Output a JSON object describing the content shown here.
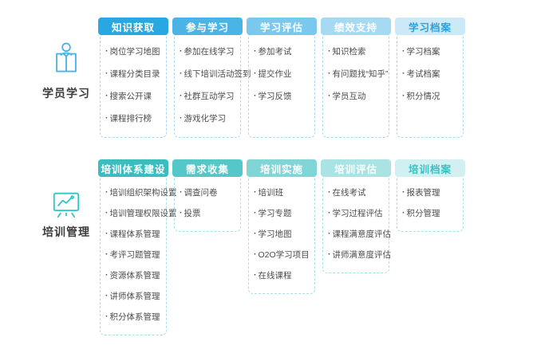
{
  "canvas": {
    "background": "#ffffff"
  },
  "groups": [
    {
      "label": "学员学习",
      "icon": "person-reading-book-icon",
      "accent": "#29a7e1",
      "dash_color": "#a9d8f2",
      "columns": [
        {
          "title": "知识获取",
          "header_bg": "#29a7e1",
          "header_text": "#ffffff",
          "items": [
            "岗位学习地图",
            "课程分类目录",
            "搜索公开课",
            "课程排行榜"
          ]
        },
        {
          "title": "参与学习",
          "header_bg": "#4bb4e7",
          "header_text": "#ffffff",
          "items": [
            "参加在线学习",
            "线下培训活动签到",
            "社群互动学习",
            "游戏化学习"
          ]
        },
        {
          "title": "学习评估",
          "header_bg": "#79c8ee",
          "header_text": "#ffffff",
          "items": [
            "参加考试",
            "提交作业",
            "学习反馈"
          ]
        },
        {
          "title": "绩效支持",
          "header_bg": "#a6daf3",
          "header_text": "#ffffff",
          "items": [
            "知识检索",
            "有问题找“知乎”",
            "学员互动"
          ]
        },
        {
          "title": "学习档案",
          "header_bg": "#cbe9f9",
          "header_text": "#2aa2de",
          "items": [
            "学习档案",
            "考试档案",
            "积分情况"
          ]
        }
      ]
    },
    {
      "label": "培训管理",
      "icon": "presentation-chart-icon",
      "accent": "#2cc6c9",
      "dash_color": "#a7e1e2",
      "columns": [
        {
          "title": "培训体系建设",
          "header_bg": "#39bdbf",
          "header_text": "#ffffff",
          "items": [
            "培训组织架构设置",
            "培训管理权限设置",
            "课程体系管理",
            "考评习题管理",
            "资源体系管理",
            "讲师体系管理",
            "积分体系管理"
          ]
        },
        {
          "title": "需求收集",
          "header_bg": "#54c8c9",
          "header_text": "#ffffff",
          "items": [
            "调查问卷",
            "投票"
          ]
        },
        {
          "title": "培训实施",
          "header_bg": "#82d5d6",
          "header_text": "#ffffff",
          "items": [
            "培训班",
            "学习专题",
            "学习地图",
            "O2O学习项目",
            "在线课程"
          ]
        },
        {
          "title": "培训评估",
          "header_bg": "#aae3e4",
          "header_text": "#ffffff",
          "items": [
            "在线考试",
            "学习过程评估",
            "课程满意度评估",
            "讲师满意度评估"
          ]
        },
        {
          "title": "培训档案",
          "header_bg": "#d0f0f1",
          "header_text": "#3cbfc1",
          "items": [
            "报表管理",
            "积分管理"
          ]
        }
      ]
    }
  ]
}
